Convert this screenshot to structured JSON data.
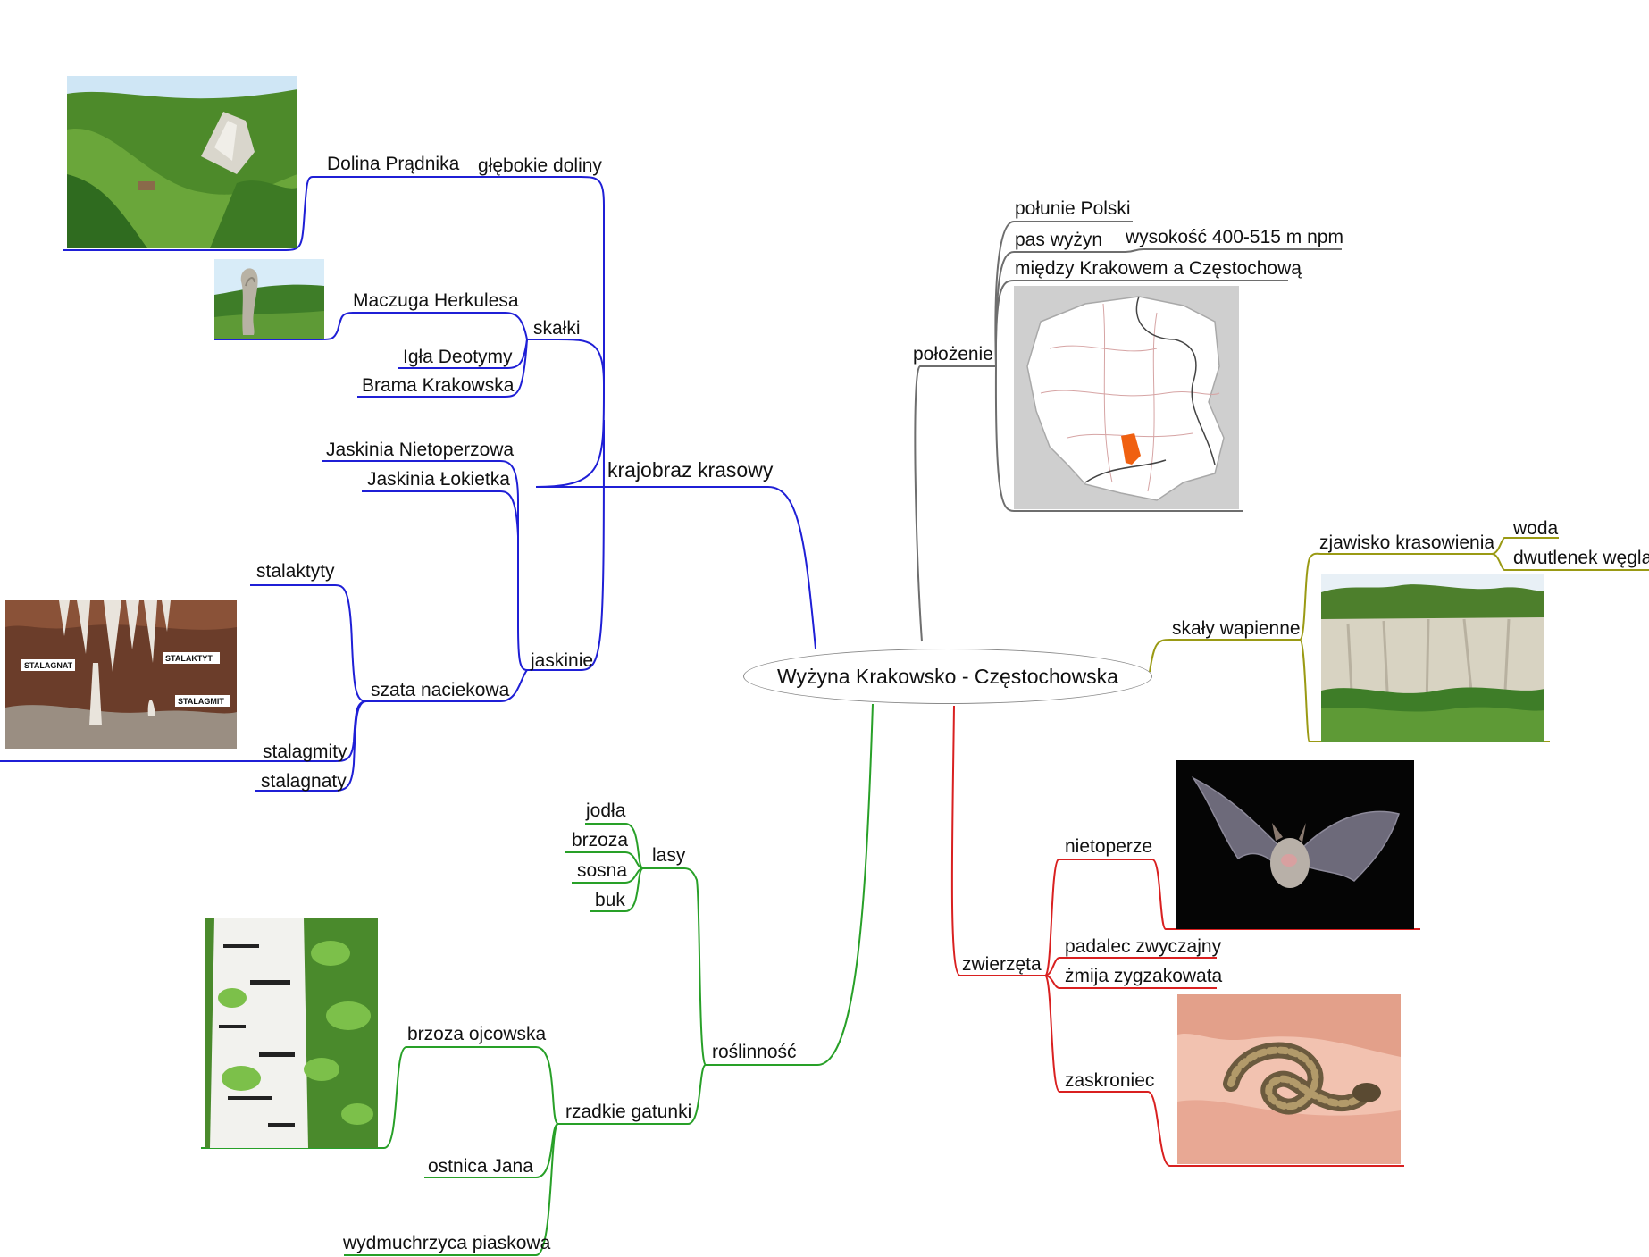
{
  "center": "Wyżyna Krakowsko - Częstochowska",
  "colors": {
    "krajobraz": "#1f1fd6",
    "polozenie": "#6e6e6e",
    "skaly": "#9a9a14",
    "zwierzeta": "#d92020",
    "roslinnosc": "#28a028",
    "center_border": "#8a8a8a"
  },
  "krajobraz": {
    "label": "krajobraz krasowy",
    "doliny": {
      "label": "głębokie doliny",
      "items": [
        "Dolina Prądnika"
      ]
    },
    "skalki": {
      "label": "skałki",
      "items": [
        "Maczuga Herkulesa",
        "Igła Deotymy",
        "Brama Krakowska"
      ]
    },
    "jaskinie": {
      "label": "jaskinie",
      "items": [
        "Jaskinia Nietoperzowa",
        "Jaskinia Łokietka"
      ],
      "naciekowa": {
        "label": "szata naciekowa",
        "items": [
          "stalaktyty",
          "stalagmity",
          "stalagnaty"
        ]
      }
    },
    "cave_labels": [
      "STALAGNAT",
      "STALAKTYT",
      "STALAGMIT"
    ]
  },
  "polozenie": {
    "label": "położenie",
    "items": [
      "połunie Polski",
      "pas wyżyn",
      "między Krakowem a Częstochową"
    ],
    "wysokosc": "wysokość  400-515 m npm"
  },
  "skaly": {
    "label": "skały wapienne",
    "zjawisko": {
      "label": "zjawisko krasowienia",
      "items": [
        "woda",
        "dwutlenek węgla"
      ]
    }
  },
  "zwierzeta": {
    "label": "zwierzęta",
    "items": [
      "nietoperze",
      "padalec zwyczajny",
      "żmija zygzakowata",
      "zaskroniec"
    ]
  },
  "roslinnosc": {
    "label": "roślinność",
    "lasy": {
      "label": "lasy",
      "items": [
        "jodła",
        "brzoza",
        "sosna",
        "buk"
      ]
    },
    "rzadkie": {
      "label": "rzadkie gatunki",
      "items": [
        "brzoza ojcowska",
        "ostnica Jana",
        "wydmuchrzyca piaskowa"
      ]
    }
  },
  "icons": {
    "valley": "valley-photo-icon",
    "maczuga": "rock-pillar-photo-icon",
    "cave": "cave-photo-icon",
    "map": "poland-map-icon",
    "limestone": "limestone-cliff-photo-icon",
    "bat": "bat-photo-icon",
    "snake": "snake-photo-icon",
    "birch": "birch-photo-icon"
  }
}
